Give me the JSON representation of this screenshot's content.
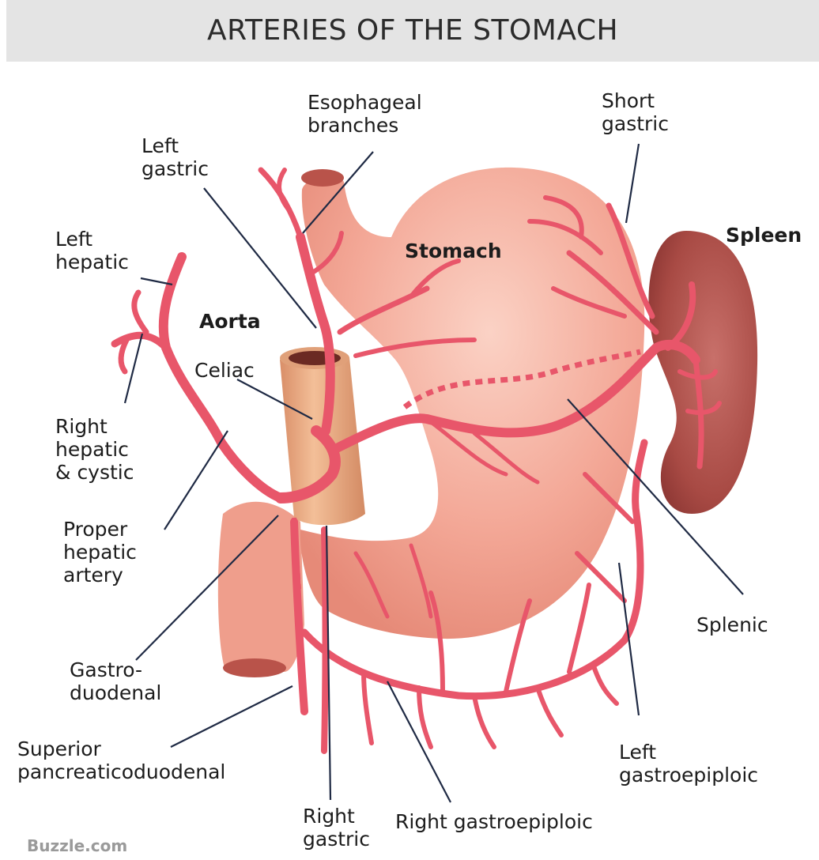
{
  "title": "ARTERIES OF THE STOMACH",
  "labels": {
    "esophageal_l1": "Esophageal",
    "esophageal_l2": "branches",
    "short_gastric_l1": "Short",
    "short_gastric_l2": "gastric",
    "left_gastric_l1": "Left",
    "left_gastric_l2": "gastric",
    "left_hepatic_l1": "Left",
    "left_hepatic_l2": "hepatic",
    "stomach": "Stomach",
    "spleen": "Spleen",
    "aorta": "Aorta",
    "celiac": "Celiac",
    "right_hepatic_l1": "Right",
    "right_hepatic_l2": "hepatic",
    "right_hepatic_l3": "& cystic",
    "proper_hepatic_l1": "Proper",
    "proper_hepatic_l2": "hepatic",
    "proper_hepatic_l3": "artery",
    "splenic": "Splenic",
    "gastroduodenal_l1": "Gastro-",
    "gastroduodenal_l2": "duodenal",
    "superior_l1": "Superior",
    "superior_l2": "pancreaticoduodenal",
    "left_gastroepiploic_l1": "Left",
    "left_gastroepiploic_l2": "gastroepiploic",
    "right_gastric_l1": "Right",
    "right_gastric_l2": "gastric",
    "right_gastroepiploic": "Right gastroepiploic"
  },
  "watermark": "Buzzle.com",
  "colors": {
    "artery": "#e8566a",
    "stomach": "#f1a08f",
    "stomach_highlight": "#f7c3b4",
    "spleen": "#a94a44",
    "aorta": "#e9a77f",
    "leader_line": "#1f2a44",
    "title_bg": "#e4e4e4"
  }
}
